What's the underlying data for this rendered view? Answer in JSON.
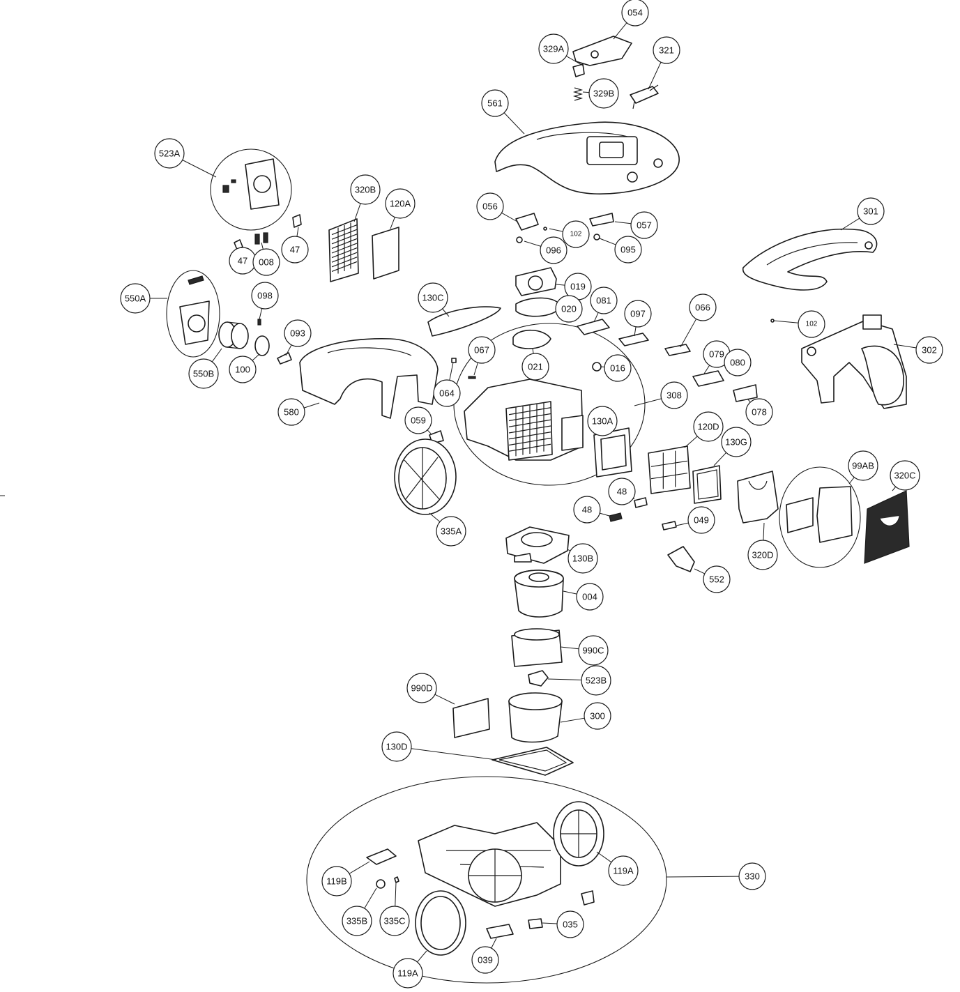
{
  "diagram": {
    "type": "exploded-parts-diagram",
    "colors": {
      "line": "#1a1a1a",
      "background": "#ffffff",
      "dark_fill": "#2a2a2a"
    },
    "callouts": [
      "054",
      "329A",
      "321",
      "329B",
      "561",
      "523A",
      "320B",
      "120A",
      "056",
      "057",
      "102",
      "096",
      "095",
      "301",
      "47",
      "008",
      "47",
      "550A",
      "098",
      "093",
      "550B",
      "100",
      "019",
      "130C",
      "020",
      "081",
      "097",
      "066",
      "102",
      "302",
      "067",
      "021",
      "016",
      "079",
      "080",
      "064",
      "580",
      "308",
      "078",
      "059",
      "130A",
      "120D",
      "130G",
      "99AB",
      "320C",
      "48",
      "48",
      "049",
      "335A",
      "130B",
      "320D",
      "552",
      "004",
      "990C",
      "523B",
      "990D",
      "300",
      "130D",
      "330",
      "119B",
      "119A",
      "335B",
      "335C",
      "035",
      "119A",
      "039"
    ]
  }
}
